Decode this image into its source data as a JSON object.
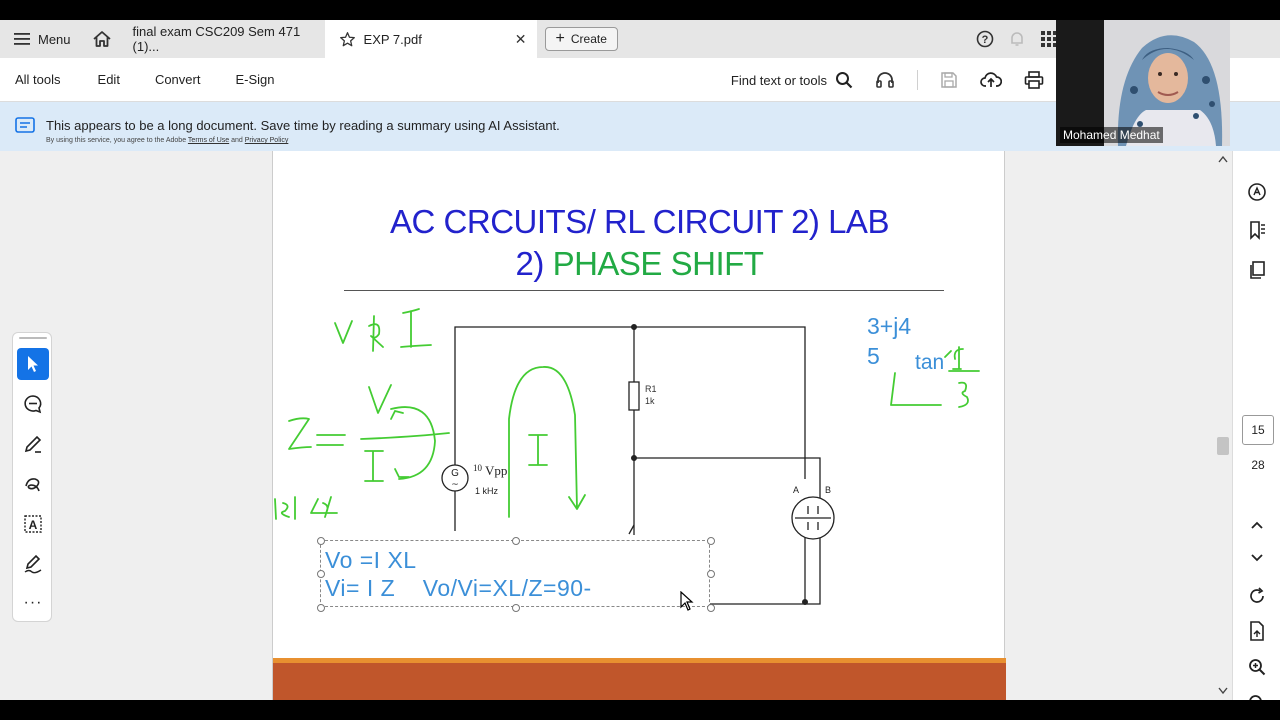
{
  "tabbar": {
    "menu_label": "Menu",
    "tabs": [
      {
        "label": "final exam CSC209 Sem 471 (1)..."
      },
      {
        "label": "EXP 7.pdf"
      }
    ],
    "create_label": "Create"
  },
  "toolbar": {
    "menus": [
      "All tools",
      "Edit",
      "Convert",
      "E-Sign"
    ],
    "find_label": "Find text or tools"
  },
  "banner": {
    "message": "This appears to be a long document. Save time by reading a summary using AI Assistant.",
    "sub_prefix": "By using this service, you agree to the Adobe",
    "terms_link": "Terms of Use",
    "and_text": "and",
    "privacy_link": "Privacy Policy"
  },
  "document": {
    "title_line1": "AC CRCUITS/ RL CIRCUIT 2) LAB",
    "title_line2_prefix": "2) ",
    "title_line2_green": "PHASE SHIFT",
    "r1_label": "R1",
    "r1_value": "1k",
    "source_label": "G",
    "source_vpp_num": "10",
    "source_vpp_unit": "Vpp",
    "source_freq": "1 kHz",
    "scope_a": "A",
    "scope_b": "B",
    "annotation_line1": "Vo =I XL",
    "annotation_line2": "Vi= I Z    Vo/Vi=XL/Z=90-",
    "note_complex": "3+j4",
    "note_five": "5",
    "note_tan": "tan"
  },
  "pager": {
    "current_page": "15",
    "total_pages": "28"
  },
  "webcam": {
    "name": "Mohamed Medhat"
  },
  "colors": {
    "accent": "#1473e6",
    "banner": "#dbeaf8",
    "title_blue": "#2222cc",
    "title_green": "#22aa44",
    "ink_green": "#44cc33",
    "ink_blue": "#3b8fd8",
    "band_orange": "#c0562b"
  }
}
